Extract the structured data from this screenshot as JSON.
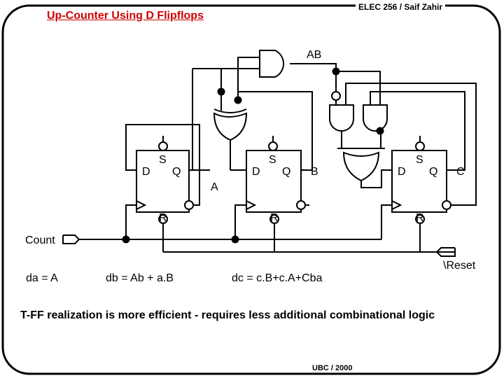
{
  "header": {
    "title": "Up-Counter Using D Flipflops",
    "author": "ELEC 256 / Saif Zahir"
  },
  "footer": {
    "source": "UBC / 2000"
  },
  "signals": {
    "and_output": "AB",
    "input_count": "Count",
    "input_reset": "\\Reset"
  },
  "flipflops": [
    {
      "d": "D",
      "q": "Q",
      "s": "S",
      "r": "R",
      "output_name": "A"
    },
    {
      "d": "D",
      "q": "Q",
      "s": "S",
      "r": "R",
      "output_name": "B"
    },
    {
      "d": "D",
      "q": "Q",
      "s": "S",
      "r": "R",
      "output_name": "C"
    }
  ],
  "equations": {
    "da": "da = A",
    "db": "db = Ab + a.B",
    "dc": "dc = c.B+c.A+Cba"
  },
  "note": "T-FF realization is more efficient - requires less additional combinational logic"
}
